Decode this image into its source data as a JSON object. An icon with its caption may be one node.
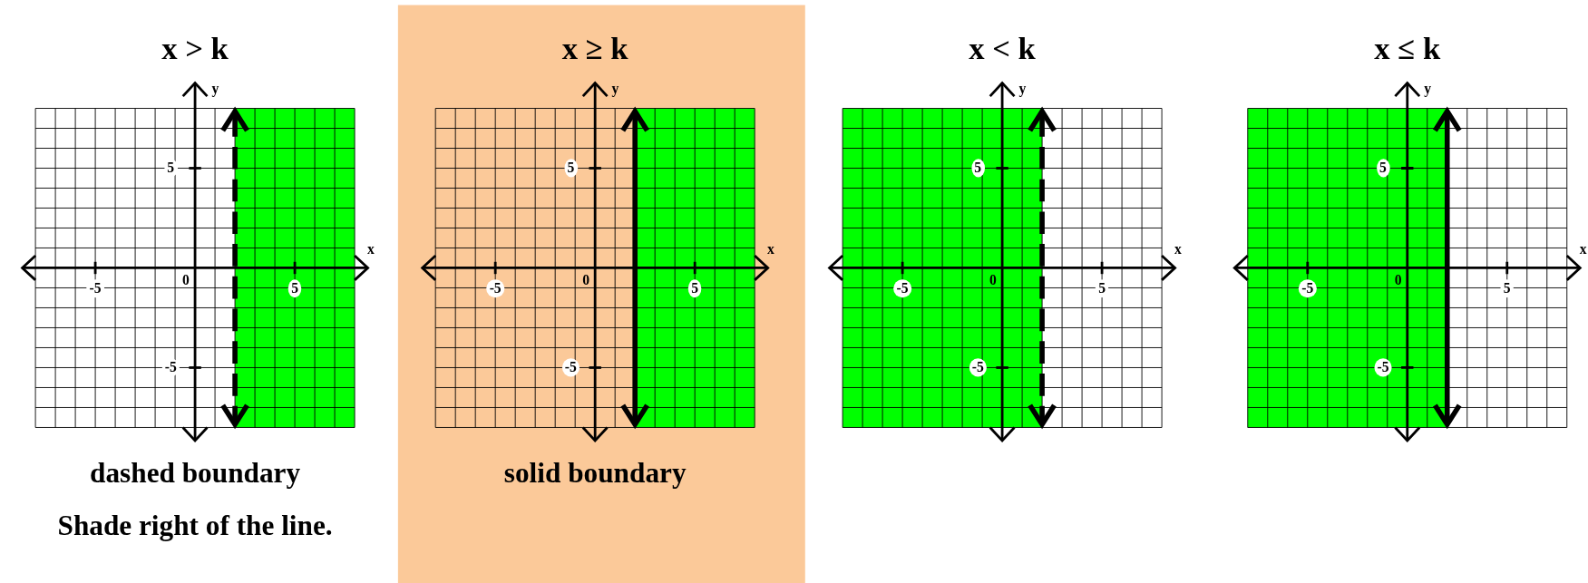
{
  "diagram": {
    "labels": [
      "x > k",
      "y",
      "x",
      "5",
      "-5",
      "0",
      "5",
      "-5",
      "dashed boundary",
      "Shade right of the line.",
      "x ≥ k",
      "y",
      "x",
      "5",
      "-5",
      "0",
      "5",
      "-5",
      "solid boundary",
      "x < k",
      "y",
      "x",
      "5",
      "-5",
      "0",
      "5",
      "-5",
      "x ≤ k",
      "y",
      "x",
      "5",
      "-5",
      "0",
      "5",
      "-5"
    ]
  }
}
